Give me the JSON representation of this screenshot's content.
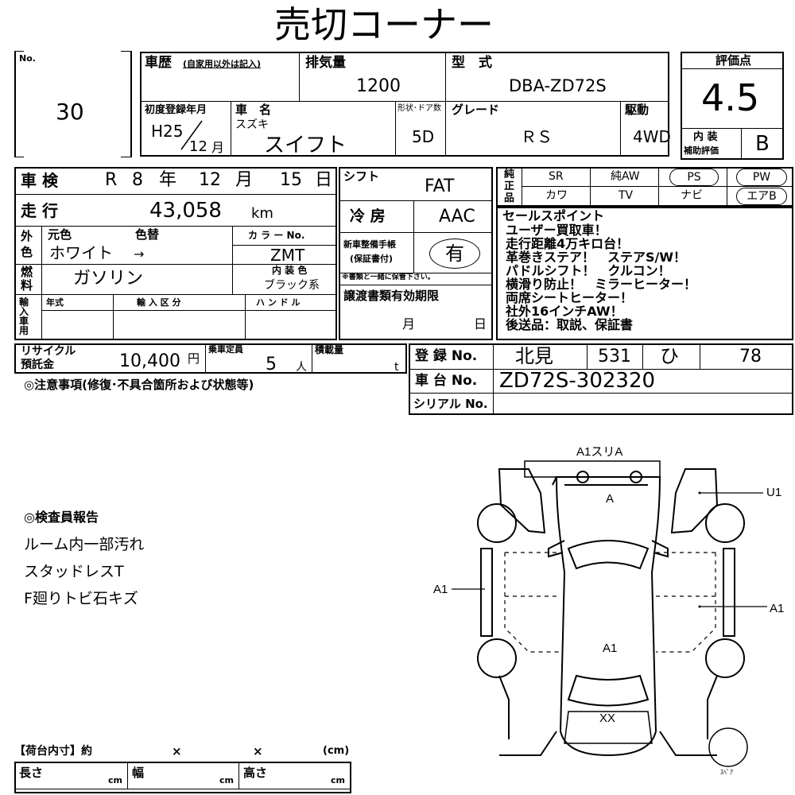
{
  "title": "売切コーナー",
  "lot": {
    "label": "No.",
    "value": "30"
  },
  "history": {
    "label": "車歴",
    "note": "(自家用以外は記入)"
  },
  "displacement": {
    "label": "排気量",
    "value": "1200"
  },
  "model_code": {
    "label": "型　式",
    "value": "DBA-ZD72S"
  },
  "score": {
    "label": "評価点",
    "value": "4.5",
    "interior_label_1": "内 装",
    "interior_label_2": "補助評価",
    "interior_value": "B"
  },
  "first_reg": {
    "label": "初度登録年月",
    "year": "H25",
    "month": "12",
    "month_unit": "月"
  },
  "car_name": {
    "label": "車　名",
    "maker": "スズキ",
    "value": "スイフト"
  },
  "doors": {
    "label": "形状･ドア数",
    "value": "5D"
  },
  "grade": {
    "label": "グレード",
    "value": "ＲＳ"
  },
  "drive": {
    "label": "駆動",
    "value": "4WD"
  },
  "shaken": {
    "label": "車 検",
    "era": "R",
    "year": "8",
    "year_unit": "年",
    "month": "12",
    "month_unit": "月",
    "day": "15",
    "day_unit": "日"
  },
  "mileage": {
    "label": "走 行",
    "value": "43,058",
    "unit": "km"
  },
  "color": {
    "label_1": "外",
    "label_2": "色",
    "orig_label": "元色",
    "change_label": "色替",
    "orig_value": "ホワイト",
    "arrow": "→",
    "code_label": "カ ラ ー No.",
    "code_value": "ZMT",
    "interior_label": "内 装 色",
    "interior_value": "ブラック系"
  },
  "fuel": {
    "label_1": "燃",
    "label_2": "料",
    "value": "ガソリン"
  },
  "import": {
    "label": "輸入車用",
    "year_label": "年式",
    "type_label": "輸 入 区 分",
    "handle_label": "ハ ン ド ル"
  },
  "shift": {
    "label": "シフト",
    "value": "FAT"
  },
  "aircon": {
    "label": "冷 房",
    "value": "AAC"
  },
  "warranty": {
    "label_1": "新車整備手帳",
    "label_2": "(保証書付)",
    "value": "有",
    "note": "※書類と一緒に保管下さい。"
  },
  "transfer": {
    "label": "譲渡書類有効期限",
    "month_unit": "月",
    "day_unit": "日"
  },
  "equipment": {
    "label": "純正品",
    "row1": [
      "SR",
      "純AW",
      "PS",
      "PW"
    ],
    "row2": [
      "カワ",
      "TV",
      "ナビ",
      "エアB"
    ]
  },
  "sales_points": {
    "label": "セールスポイント",
    "lines": [
      "ユーザー買取車！",
      "走行距離4万キロ台！",
      "革巻きステア！　ステアS/W！",
      "パドルシフト！　クルコン！",
      "横滑り防止！　ミラーヒーター！",
      "両席シートヒーター！",
      "社外16インチAW！",
      "後送品：取説、保証書"
    ]
  },
  "recycle": {
    "label_1": "リサイクル",
    "label_2": "預託金",
    "value": "10,400",
    "unit": "円"
  },
  "capacity": {
    "label": "乗車定員",
    "value": "5",
    "unit": "人"
  },
  "load": {
    "label": "積載量",
    "unit": "t"
  },
  "notes_label": "◎注意事項(修復･不具合箇所および状態等)",
  "registration": {
    "label": "登 録 No.",
    "area": "北見",
    "class": "531",
    "kana": "ひ",
    "number": "78"
  },
  "chassis": {
    "label": "車 台 No.",
    "value": "ZD72S-302320"
  },
  "serial": {
    "label": "シリアル No."
  },
  "inspector": {
    "label": "◎検査員報告",
    "lines": [
      "ルーム内一部汚れ",
      "スタッドレスT",
      "F廻りトビ石キズ"
    ]
  },
  "diagram": {
    "top": "A1スリA",
    "a_front": "A",
    "u1": "U1",
    "left": "A1",
    "right": "A1",
    "center": "A1",
    "rear": "XX",
    "spare": "ｽﾍﾟｱ"
  },
  "cargo": {
    "label": "【荷台内寸】約",
    "x1": "×",
    "x2": "×",
    "unit_paren": "(cm)",
    "length": "長さ",
    "width": "幅",
    "height": "高さ",
    "cm": "cm"
  }
}
